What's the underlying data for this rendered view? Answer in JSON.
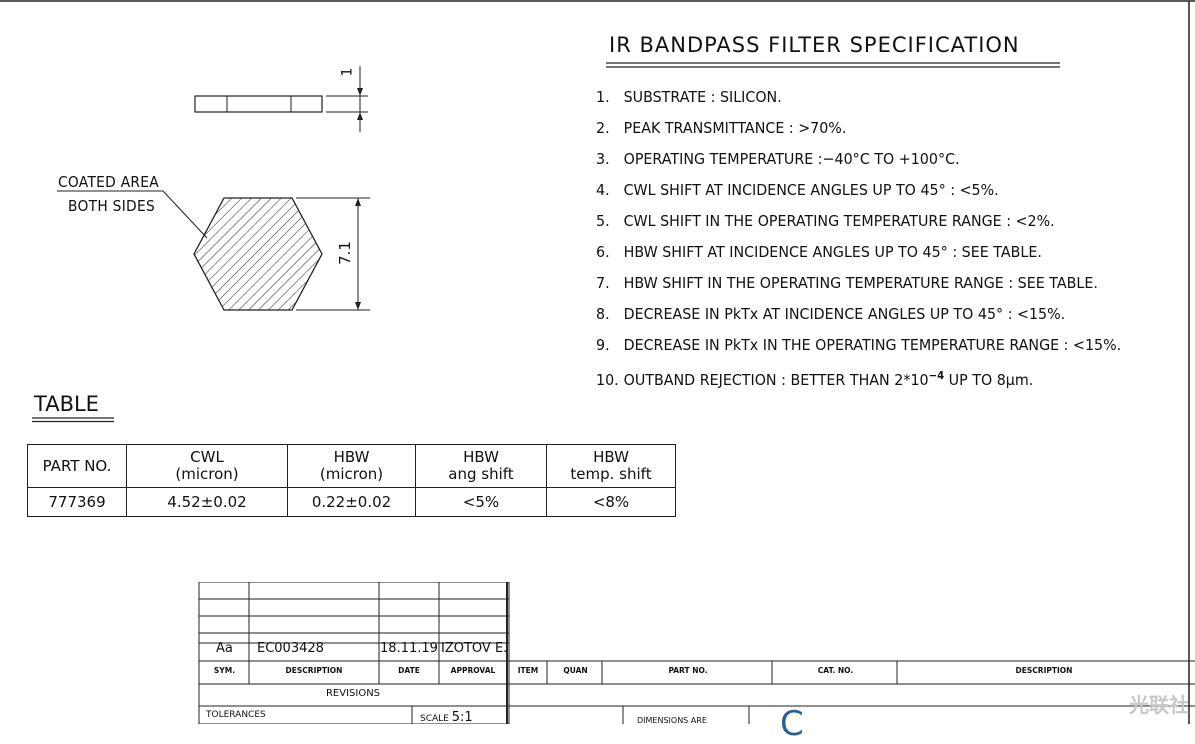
{
  "spec": {
    "title": "IR BANDPASS FILTER SPECIFICATION",
    "items": [
      {
        "n": "1.",
        "text": "SUBSTRATE : SILICON."
      },
      {
        "n": "2.",
        "text": "PEAK TRANSMITTANCE : >70%."
      },
      {
        "n": "3.",
        "text": "OPERATING TEMPERATURE :−40°C TO +100°C."
      },
      {
        "n": "4.",
        "text": "CWL SHIFT AT INCIDENCE ANGLES UP TO 45° : <5%."
      },
      {
        "n": "5.",
        "text": "CWL SHIFT IN THE OPERATING TEMPERATURE RANGE : <2%."
      },
      {
        "n": "6.",
        "text": "HBW SHIFT AT INCIDENCE ANGLES UP TO 45° : SEE TABLE."
      },
      {
        "n": "7.",
        "text": "HBW SHIFT IN THE OPERATING TEMPERATURE RANGE : SEE TABLE."
      },
      {
        "n": "8.",
        "text": "DECREASE IN PkTx AT INCIDENCE ANGLES UP TO 45° : <15%."
      },
      {
        "n": "9.",
        "text": "DECREASE IN PkTx IN THE OPERATING TEMPERATURE RANGE : <15%."
      }
    ],
    "item10": {
      "n": "10.",
      "pre": "OUTBAND REJECTION : BETTER THAN 2*10",
      "sup": "−4",
      "post": " UP TO 8μm."
    }
  },
  "drawing": {
    "coated_label_1": "COATED AREA",
    "coated_label_2": "BOTH SIDES",
    "dim_thickness": "1",
    "dim_height": "7.1"
  },
  "table": {
    "heading": "TABLE",
    "headers": [
      "PART NO.",
      "CWL",
      "(micron)",
      "HBW",
      "(micron)",
      "HBW",
      "ang shift",
      "HBW",
      "temp. shift"
    ],
    "row": [
      "777369",
      "4.52±0.02",
      "0.22±0.02",
      "<5%",
      "<8%"
    ]
  },
  "revisions": {
    "entry": {
      "sym": "Aa",
      "desc": "EC003428",
      "date": "18.11.19",
      "approval": "IZOTOV E."
    },
    "cols": {
      "sym": "SYM.",
      "desc": "DESCRIPTION",
      "date": "DATE",
      "approval": "APPROVAL"
    },
    "label": "REVISIONS"
  },
  "bom": {
    "item": "ITEM",
    "quan": "QUAN",
    "part": "PART NO.",
    "cat": "CAT. NO.",
    "desc": "DESCRIPTION"
  },
  "titleblock": {
    "tolerances": "TOLERANCES",
    "scale_label": "SCALE",
    "scale": "5:1",
    "dims": "DIMENSIONS ARE",
    "company": "C"
  },
  "watermark": "光联社",
  "colors": {
    "line": "#222222",
    "company": "#2a5d9a",
    "watermark": "#c8c8c8"
  }
}
